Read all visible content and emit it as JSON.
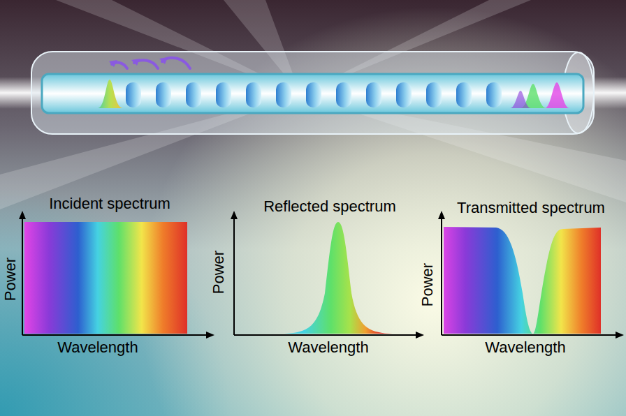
{
  "diagram": {
    "labels": [
      "Incident spectrum",
      "Power",
      "Wavelength",
      "Reflected spectrum",
      "Power",
      "Wavelength",
      "Transmitted spectrum",
      "Power",
      "Wavelength"
    ]
  }
}
